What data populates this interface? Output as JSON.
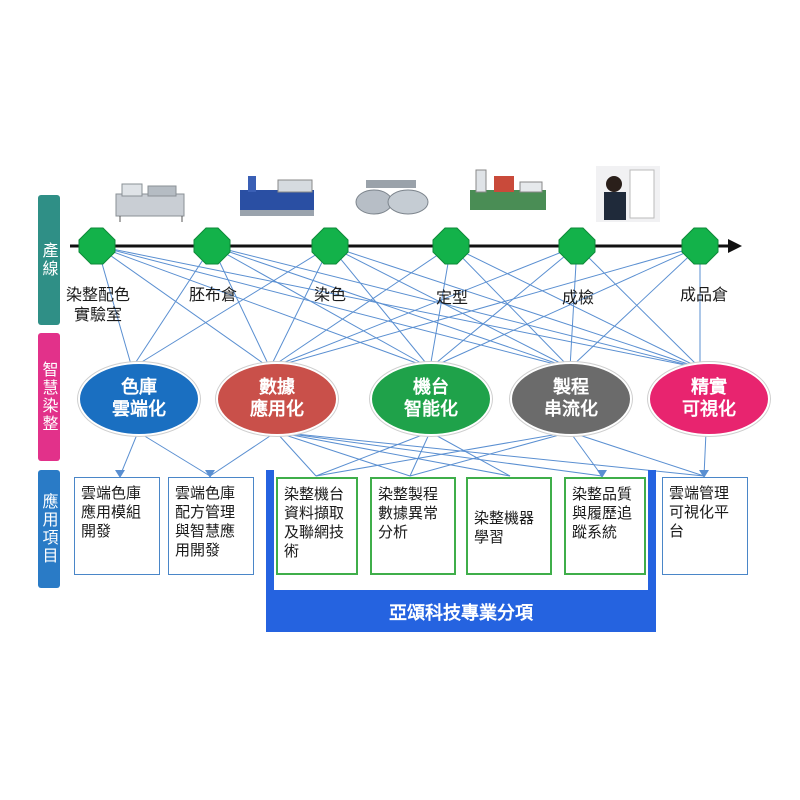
{
  "side_tabs": {
    "industry_line": "產線",
    "smart_dyeing": "智慧染整",
    "applications": "應用項目"
  },
  "process_nodes": [
    {
      "label": "染整配色\n實驗室",
      "icon": "dye-lab-machine"
    },
    {
      "label": "胚布倉",
      "icon": "fabric-warehouse-machine"
    },
    {
      "label": "染色",
      "icon": "dyeing-machine"
    },
    {
      "label": "定型",
      "icon": "setting-machine"
    },
    {
      "label": "成檢",
      "icon": "inspection-machine"
    },
    {
      "label": "成品倉",
      "icon": "finished-goods-worker"
    }
  ],
  "smart_items": [
    {
      "label": "色庫\n雲端化",
      "color": "#1a6fc1"
    },
    {
      "label": "數據\n應用化",
      "color": "#c9504a"
    },
    {
      "label": "機台\n智能化",
      "color": "#1fa24a"
    },
    {
      "label": "製程\n串流化",
      "color": "#6b6b6b"
    },
    {
      "label": "精實\n可視化",
      "color": "#e8246f"
    }
  ],
  "applications": [
    {
      "label": "雲端色庫\n應用模組\n開發"
    },
    {
      "label": "雲端色庫\n配方管理\n與智慧應\n用開發"
    },
    {
      "label": "染整機台\n資料擷取\n及聯網技\n術"
    },
    {
      "label": "染整製程\n數據異常\n分析"
    },
    {
      "label": "染整機器\n學習"
    },
    {
      "label": "染整品質\n與履歷追\n蹤系統"
    },
    {
      "label": "雲端管理\n可視化平\n台"
    }
  ],
  "banner": {
    "label": "亞頌科技專業分項",
    "color": "#2563e0"
  },
  "colors": {
    "node_green": "#13b24a",
    "arrow_line": "#111111",
    "link_line": "#5a8fd1",
    "side_tab": "#2f8f86"
  }
}
